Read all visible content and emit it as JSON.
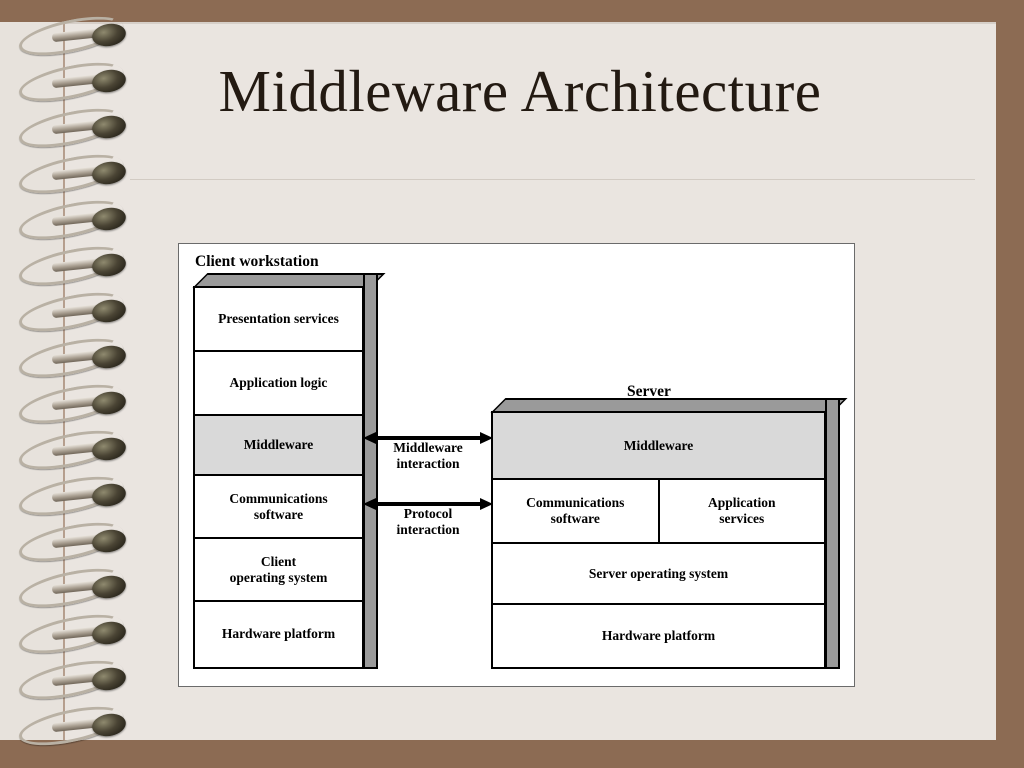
{
  "slide": {
    "title": "Middleware Architecture",
    "background_color": "#8c6b53",
    "paper_color": "#eae5e0",
    "title_color": "#231a12"
  },
  "diagram": {
    "client": {
      "caption": "Client workstation",
      "layers": [
        {
          "label": "Presentation services",
          "highlight": false
        },
        {
          "label": "Application logic",
          "highlight": false
        },
        {
          "label": "Middleware",
          "highlight": true
        },
        {
          "label": "Communications\nsoftware",
          "highlight": false
        },
        {
          "label": "Client\noperating system",
          "highlight": false
        },
        {
          "label": "Hardware platform",
          "highlight": false
        }
      ]
    },
    "server": {
      "caption": "Server",
      "layers": [
        {
          "label": "Middleware",
          "highlight": true
        },
        {
          "label": "Communications\nsoftware",
          "highlight": false
        },
        {
          "label": "Application\nservices",
          "highlight": false
        },
        {
          "label": "Server operating system",
          "highlight": false
        },
        {
          "label": "Hardware platform",
          "highlight": false
        }
      ]
    },
    "connections": [
      {
        "label": "Middleware\ninteraction"
      },
      {
        "label": "Protocol\ninteraction"
      }
    ],
    "highlight_color": "#d9d9d9",
    "box_side_color": "#9a9a9a"
  }
}
